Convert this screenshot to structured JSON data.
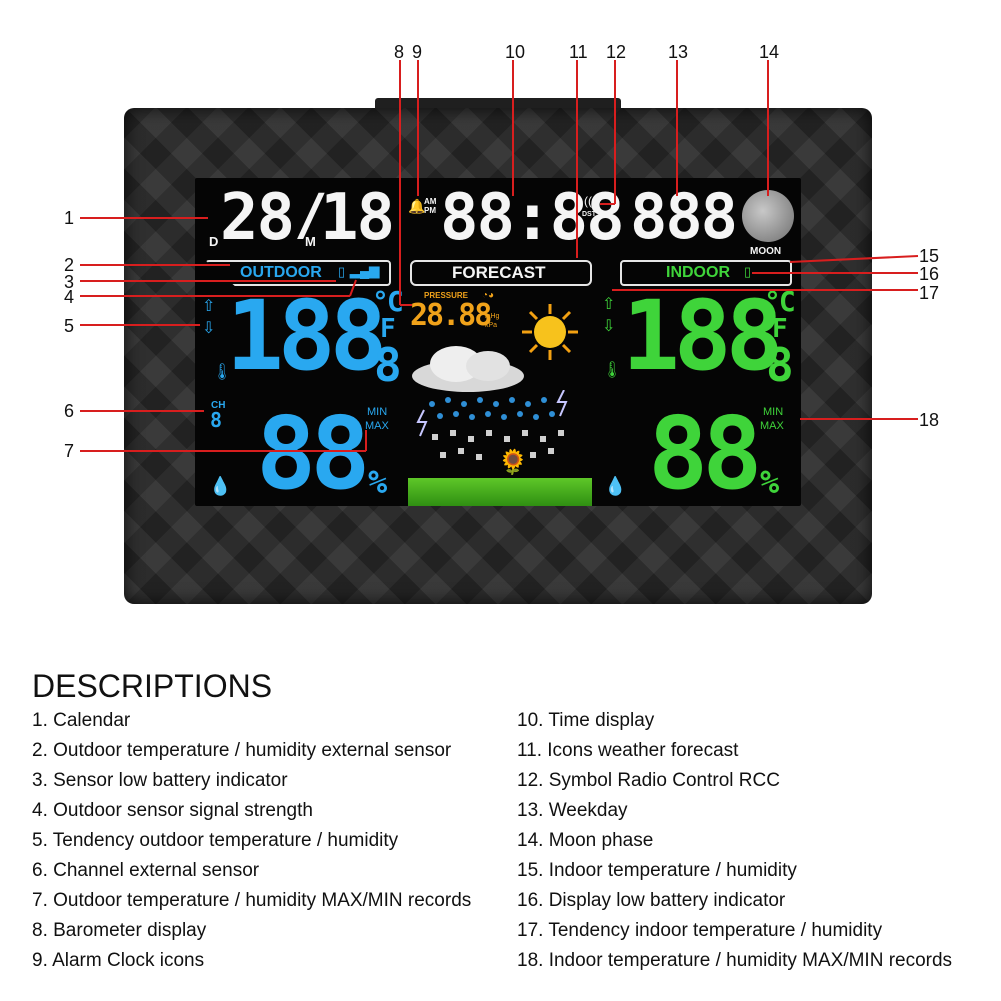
{
  "device": {
    "calendar": {
      "day_prefix": "D",
      "day": "28",
      "separator": "/",
      "month_prefix": "M",
      "month": "18"
    },
    "alarm": {
      "am": "AM",
      "pm": "PM"
    },
    "time": "88:88",
    "dst": "DST",
    "weekday": "888",
    "moon_label": "MOON",
    "outdoor_label": "OUTDOOR",
    "forecast_label": "FORECAST",
    "indoor_label": "INDOOR",
    "pressure_label": "PRESSURE",
    "pressure_value": "28.88",
    "pressure_units": [
      "inHg",
      "kPa"
    ],
    "outdoor": {
      "temp_main": "188",
      "temp_decimal": "8",
      "unit_c": "°C",
      "unit_f": "F",
      "channel_label": "CH",
      "channel_value": "8",
      "min": "MIN",
      "max": "MAX",
      "humidity": "88",
      "percent": "%"
    },
    "indoor": {
      "temp_main": "188",
      "temp_decimal": "8",
      "unit_c": "°C",
      "unit_f": "F",
      "min": "MIN",
      "max": "MAX",
      "humidity": "88",
      "percent": "%"
    },
    "colors": {
      "outdoor": "#29a8f0",
      "indoor": "#3fd43a",
      "pressure": "#f0a21a",
      "callout_line": "#d81e1e"
    }
  },
  "callouts": [
    "1",
    "2",
    "3",
    "4",
    "5",
    "6",
    "7",
    "8",
    "9",
    "10",
    "11",
    "12",
    "13",
    "14",
    "15",
    "16",
    "17",
    "18"
  ],
  "descriptions": {
    "title": "DESCRIPTIONS",
    "left": [
      "1. Calendar",
      "2. Outdoor temperature / humidity external sensor",
      "3. Sensor low battery indicator",
      "4. Outdoor sensor signal strength",
      "5. Tendency outdoor temperature / humidity",
      "6. Channel external sensor",
      "7. Outdoor temperature / humidity MAX/MIN records",
      "8. Barometer display",
      "9. Alarm Clock icons"
    ],
    "right": [
      "10. Time display",
      "11. Icons weather forecast",
      "12. Symbol Radio Control RCC",
      "13. Weekday",
      "14. Moon phase",
      "15. Indoor temperature / humidity",
      "16. Display low battery indicator",
      "17. Tendency indoor temperature / humidity",
      "18. Indoor temperature / humidity MAX/MIN records"
    ]
  }
}
